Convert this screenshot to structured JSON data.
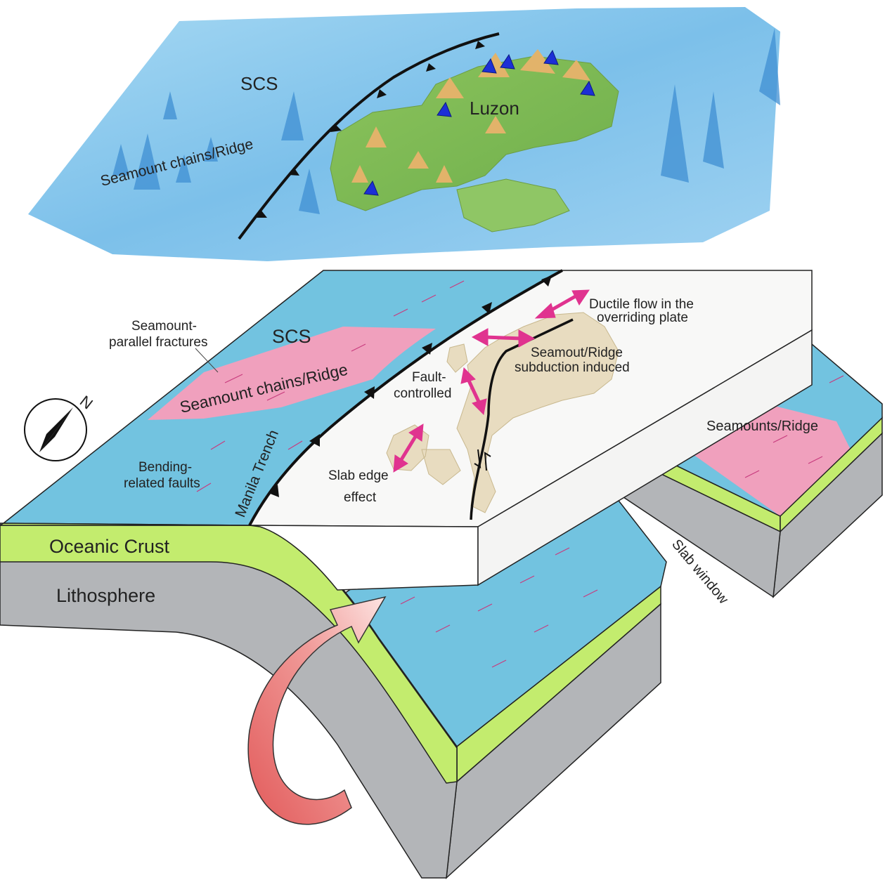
{
  "map": {
    "sea_label": "SCS",
    "island_label": "Luzon",
    "ridge_label": "Seamount chains/Ridge"
  },
  "block": {
    "sea_label": "SCS",
    "ridge_label": "Seamount chains/Ridge",
    "trench_label": "Manila Trench",
    "fractures_label_1": "Seamount-",
    "fractures_label_2": "parallel fractures",
    "bending_label_1": "Bending-",
    "bending_label_2": "related faults",
    "crust_label": "Oceanic Crust",
    "litho_label": "Lithosphere",
    "fault_label_1": "Fault-",
    "fault_label_2": "controlled",
    "slab_edge_label_1": "Slab edge",
    "slab_edge_label_2": "effect",
    "ductile_label_1": "Ductile flow in the",
    "ductile_label_2": "overriding plate",
    "ridge_subduction_label_1": "Seamout/Ridge",
    "ridge_subduction_label_2": "subduction induced",
    "seamounts_label": "Seamounts/Ridge",
    "slab_window_label": "Slab window",
    "compass_label": "N"
  },
  "colors": {
    "ocean_blue": "#72c3e0",
    "ridge_pink": "#f0a0bd",
    "crust_green": "#c3ec6e",
    "lithosphere_gray": "#b3b5b8",
    "land_tan": "#e8dcc0",
    "arrow_magenta": "#e0338f",
    "volcano_blue": "#1c2fd6",
    "curved_arrow_red": "#e8605f"
  }
}
